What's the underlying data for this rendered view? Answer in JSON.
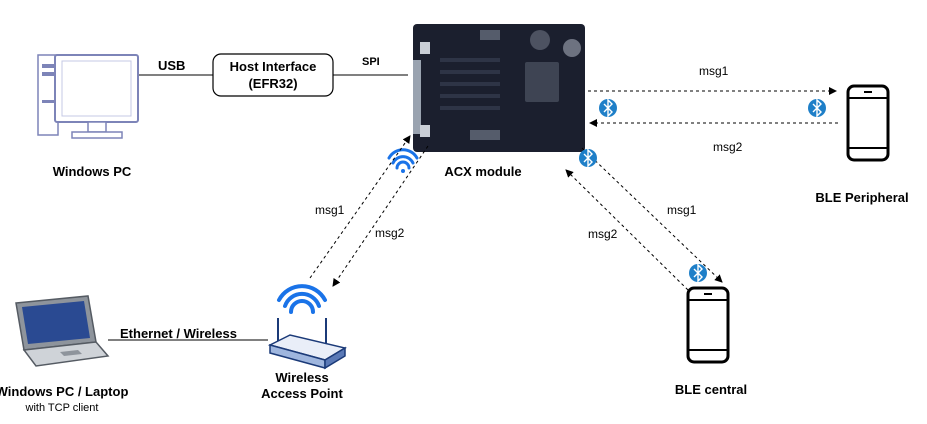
{
  "nodes": {
    "windows_pc": "Windows PC",
    "host_interface_line1": "Host Interface",
    "host_interface_line2": "(EFR32)",
    "acx_module": "ACX module",
    "ble_peripheral": "BLE Peripheral",
    "ble_central": "BLE central",
    "wireless_ap_line1": "Wireless",
    "wireless_ap_line2": "Access Point",
    "laptop_line1": "Windows PC / Laptop",
    "laptop_line2": "with TCP client"
  },
  "links": {
    "usb": "USB",
    "spi": "SPI",
    "ethernet": "Ethernet / Wireless",
    "peripheral_msg1": "msg1",
    "peripheral_msg2": "msg2",
    "central_msg1": "msg1",
    "central_msg2": "msg2",
    "ap_msg1": "msg1",
    "ap_msg2": "msg2"
  },
  "colors": {
    "line": "#000000",
    "bluetooth": "#1e7fc8",
    "wifi": "#1a73e8",
    "board": "#1b1f2e",
    "pc_outline": "#7d84b8"
  }
}
